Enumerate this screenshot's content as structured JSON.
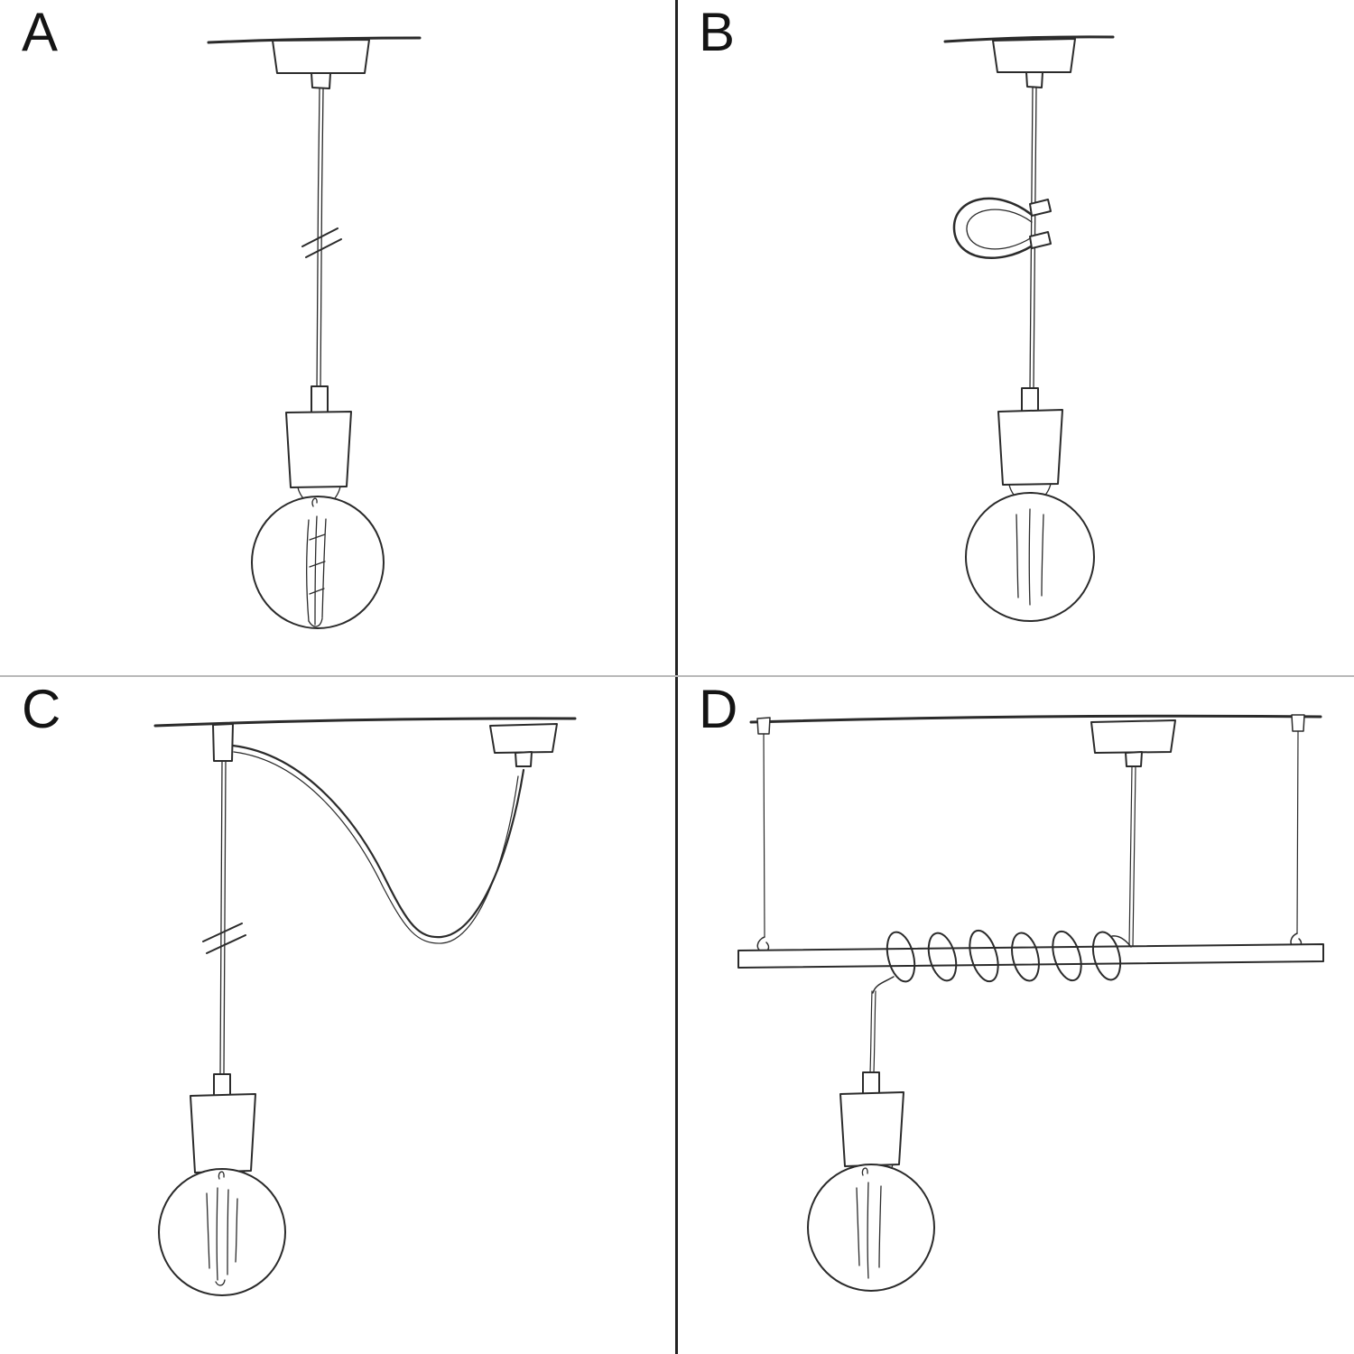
{
  "colors": {
    "ink": "#2b2b2b",
    "background": "#ffffff",
    "divider_vertical": "#222222",
    "divider_horizontal": "#b8b8b8",
    "label": "#141414"
  },
  "panels": [
    {
      "label": "A",
      "sketch": "pendant-straight-drop"
    },
    {
      "label": "B",
      "sketch": "pendant-with-cable-clip"
    },
    {
      "label": "C",
      "sketch": "pendant-swag-across-two-ceiling-points"
    },
    {
      "label": "D",
      "sketch": "pendant-spiral-wrapped-on-suspended-bar"
    }
  ]
}
